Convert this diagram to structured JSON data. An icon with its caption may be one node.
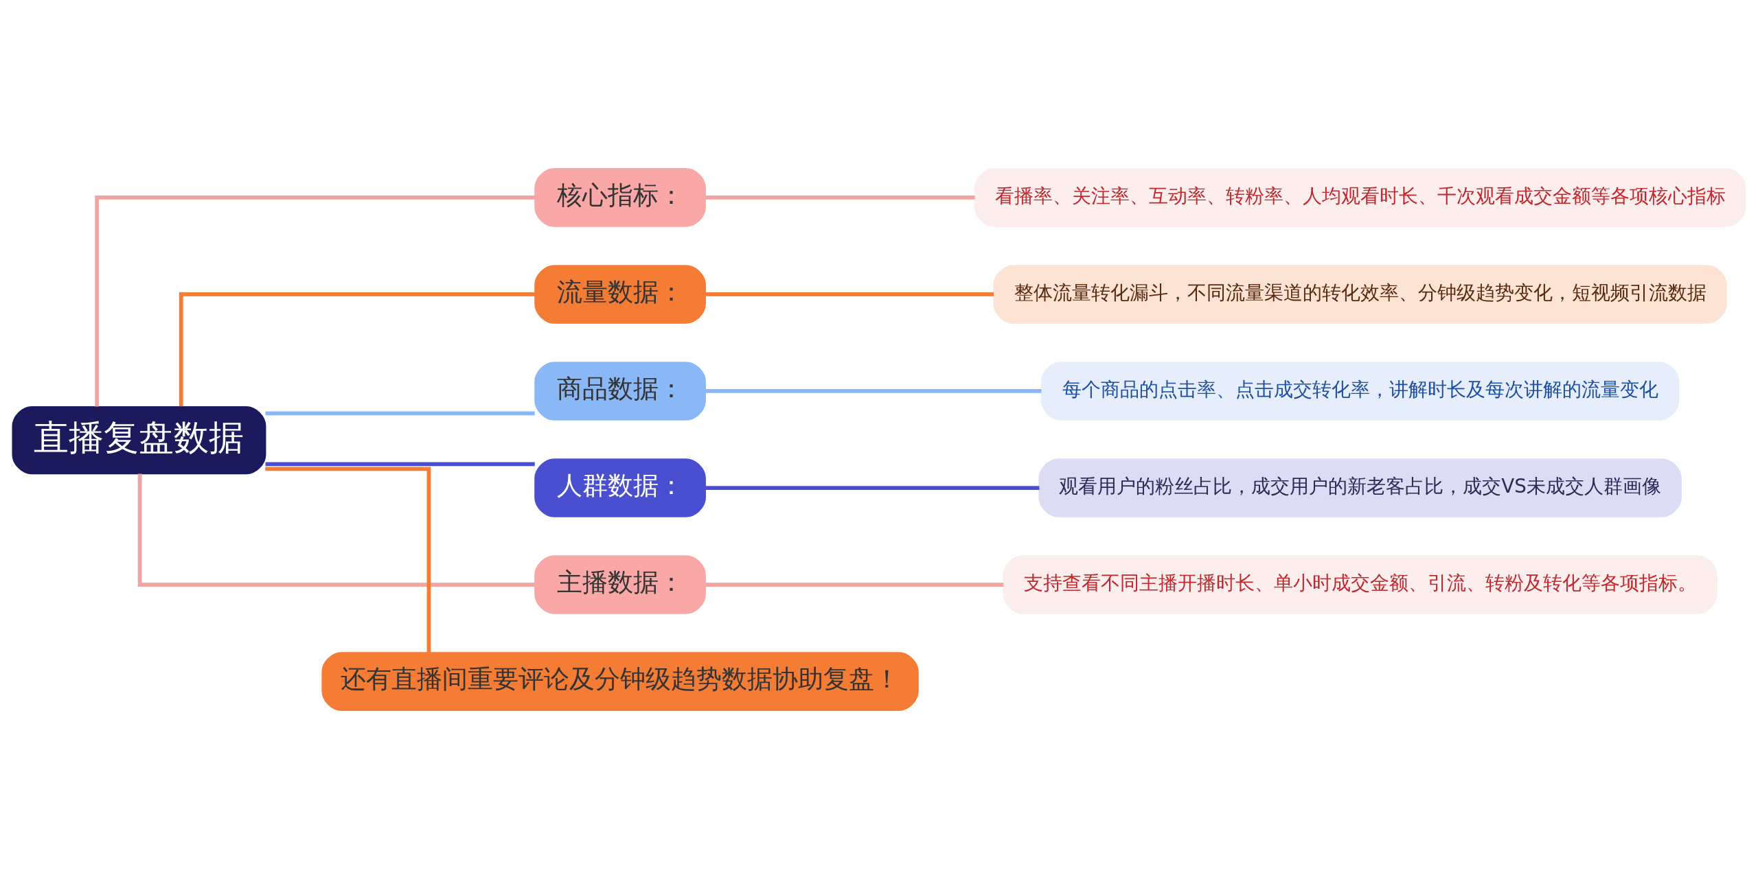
{
  "diagram": {
    "nodes": [
      {
        "text": [
          "直播复盘数据"
        ]
      },
      {
        "text": [
          "核心指标："
        ]
      },
      {
        "text": [
          "流量数据："
        ]
      },
      {
        "text": [
          "商品数据："
        ]
      },
      {
        "text": [
          "人群数据："
        ]
      },
      {
        "text": [
          "主播数据："
        ]
      },
      {
        "text": [
          "还有直播间重要评论及分钟级趋势数据协助复盘！"
        ]
      },
      {
        "text": [
          "看播率、关注率、互动率、转粉率、人均观看时长、千次观看成交金额等各项核心指标"
        ]
      },
      {
        "text": [
          "整体流量转化漏斗，不同流量渠道的转化效率、分钟级趋势变化，短视频引流数据"
        ]
      },
      {
        "text": [
          "每个商品的点击率、点击成交转化率，讲解时长及每次讲解的流量变化"
        ]
      },
      {
        "text": [
          "观看用户的粉丝占比，成交用户的新老客占比，成交VS未成交人群画像"
        ]
      },
      {
        "text": [
          "支持查看不同主播开播时长、单小时成交金额、引流、转粉及转化等各项指标。"
        ]
      }
    ],
    "edges": [
      {
        "from": 0,
        "to": 1,
        "arrow": "none",
        "color": "#f4a3a3"
      },
      {
        "from": 0,
        "to": 2,
        "arrow": "none",
        "color": "#f47c34"
      },
      {
        "from": 0,
        "to": 3,
        "arrow": "none",
        "color": "#8ab8f7"
      },
      {
        "from": 0,
        "to": 4,
        "arrow": "none",
        "color": "#4a4fd0"
      },
      {
        "from": 0,
        "to": 5,
        "arrow": "none",
        "color": "#f4a3a3"
      },
      {
        "from": 0,
        "to": 6,
        "arrow": "none",
        "color": "#f47c34"
      },
      {
        "from": 1,
        "to": 7,
        "arrow": "none",
        "color": "#f4a3a3"
      },
      {
        "from": 2,
        "to": 8,
        "arrow": "none",
        "color": "#f47c34"
      },
      {
        "from": 3,
        "to": 9,
        "arrow": "none",
        "color": "#8ab8f7"
      },
      {
        "from": 4,
        "to": 10,
        "arrow": "none",
        "color": "#4a4fd0"
      },
      {
        "from": 5,
        "to": 11,
        "arrow": "none",
        "color": "#f4a3a3"
      }
    ]
  }
}
